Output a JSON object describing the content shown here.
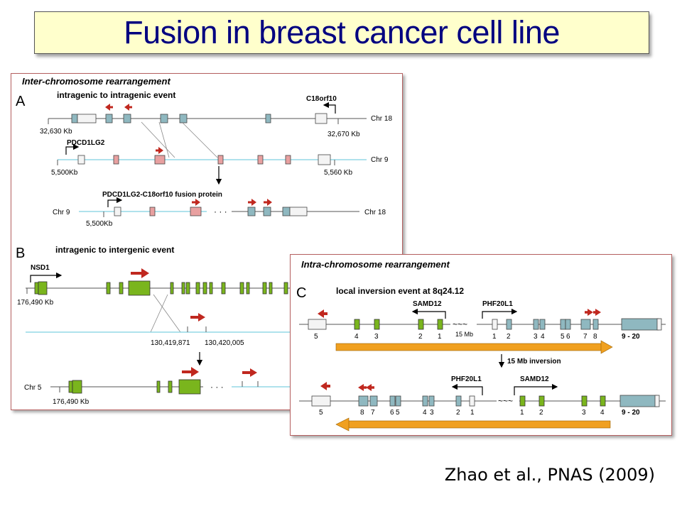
{
  "slide": {
    "title": "Fusion in breast cancer cell line",
    "citation": "Zhao et al., PNAS (2009)"
  },
  "colors": {
    "title_text": "#000080",
    "title_bg": "#ffffcc",
    "panel_border": "#b56060",
    "exon_blue": "#8fb8c0",
    "exon_pink": "#e8a0a0",
    "exon_green": "#7ab51d",
    "arrow_red": "#c0281f",
    "inversion_orange": "#f0a020",
    "chr9_line": "#7fd0e0"
  },
  "panel_a": {
    "heading": "Inter-chromosome rearrangement",
    "letter": "A",
    "subtitle": "intragenic to intragenic event",
    "gene_c18orf10": "C18orf10",
    "chr18_label": "Chr 18",
    "chr18_start": "32,630 Kb",
    "chr18_end": "32,670 Kb",
    "gene_pdcd1lg2": "PDCD1LG2",
    "chr9_label": "Chr 9",
    "chr9_start": "5,500Kb",
    "chr9_end": "5,560 Kb",
    "fusion_label": "PDCD1LG2-C18orf10 fusion protein",
    "fusion_chr9": "Chr 9",
    "fusion_chr18": "Chr 18",
    "fusion_start": "5,500Kb",
    "dots": "· · ·"
  },
  "panel_b": {
    "letter": "B",
    "subtitle": "intragenic to intergenic event",
    "gene_nsd1": "NSD1",
    "start": "176,490 Kb",
    "coord_1": "130,419,871",
    "coord_2": "130,420,005",
    "fusion_chr": "Chr 5",
    "fusion_start": "176,490 Kb",
    "dots": "· · ·"
  },
  "panel_c": {
    "heading": "Intra-chromosome rearrangement",
    "letter": "C",
    "subtitle": "local inversion event at 8q24.12",
    "gene_samd12": "SAMD12",
    "gene_phf20l1": "PHF20L1",
    "gap_label": "15 Mb",
    "gap_symbol": "~~~",
    "top_exons": [
      "5",
      "4",
      "3",
      "2",
      "1",
      "1",
      "2",
      "3",
      "4",
      "5",
      "6",
      "7",
      "8",
      "9 - 20"
    ],
    "inversion_label": "15 Mb inversion",
    "bottom_exons": [
      "5",
      "8",
      "7",
      "6",
      "5",
      "4",
      "3",
      "2",
      "1",
      "1",
      "2",
      "3",
      "4",
      "9 - 20"
    ]
  }
}
